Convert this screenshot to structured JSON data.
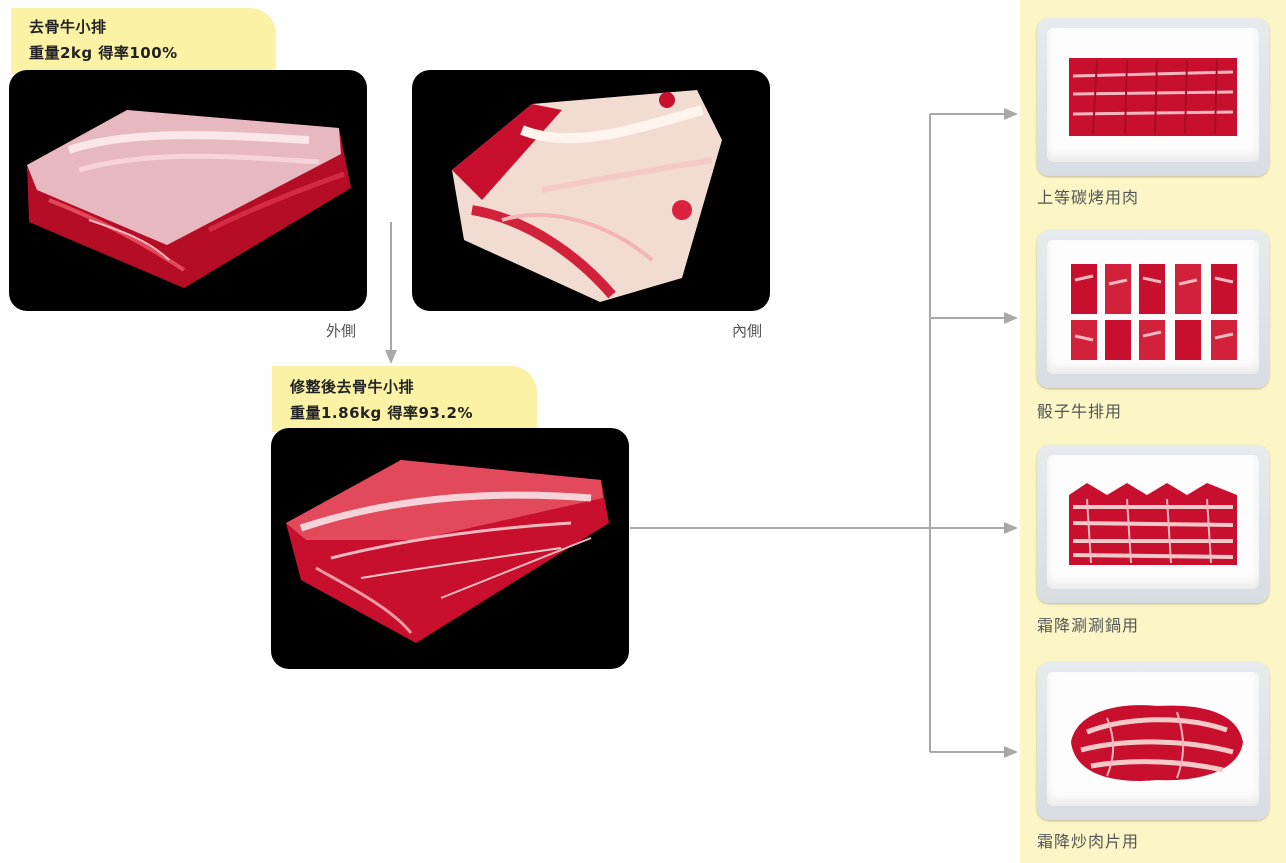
{
  "whole_cut": {
    "title": "去骨牛小排",
    "weight": "重量2kg  得率100%"
  },
  "outer_side_label": "外側",
  "inner_side_label": "內側",
  "trimmed_cut": {
    "title": "修整後去骨牛小排",
    "weight": "重量1.86kg  得率93.2%"
  },
  "products": [
    {
      "label": "上等碳烤用肉"
    },
    {
      "label": "骰子牛排用"
    },
    {
      "label": "霜降涮涮鍋用"
    },
    {
      "label": "霜降炒肉片用"
    }
  ],
  "colors": {
    "tag_bg": "#fbf2a6",
    "panel_bg": "#fcf5c6",
    "arrow": "#a9a9a9",
    "meat_red": "#c8102e",
    "photo_bg": "#000000"
  }
}
